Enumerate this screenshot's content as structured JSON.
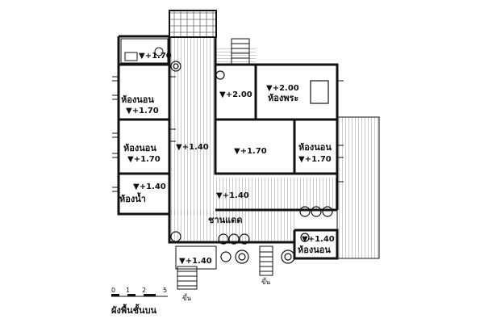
{
  "rooms": [
    {
      "id": "bedroom-upper-left",
      "name": "ห้องนอน",
      "level": "▼+1.70"
    },
    {
      "id": "bedroom-middle-left",
      "name": "ห้องนอน",
      "level": "▼+1.70"
    },
    {
      "id": "room-top-center",
      "name": "ห้องพระ",
      "level": "▼+2.00"
    },
    {
      "id": "bedroom-right",
      "name": "ห้องนอน",
      "level": "▼+1.70"
    },
    {
      "id": "toilet",
      "name": "ห้องน้ำ",
      "level": "▼+1.40"
    },
    {
      "id": "veranda",
      "name": "ชานแดด",
      "level": "▼+1.40"
    },
    {
      "id": "bedroom-bottom-right",
      "name": "ห้องนอน",
      "level": "▼+1.40"
    }
  ],
  "levels": {
    "top_toilet": "▼+1.70",
    "top_room_left": "▼+2.00",
    "corridor": "▼+1.40",
    "living": "▼+1.70",
    "entry": "▼+1.40"
  },
  "stair_labels": {
    "left": "ขึ้น",
    "center": "ขึ้น"
  },
  "scale_ticks": [
    "0",
    "1",
    "2",
    "5"
  ],
  "caption": "ผังพื้นชั้นบน"
}
